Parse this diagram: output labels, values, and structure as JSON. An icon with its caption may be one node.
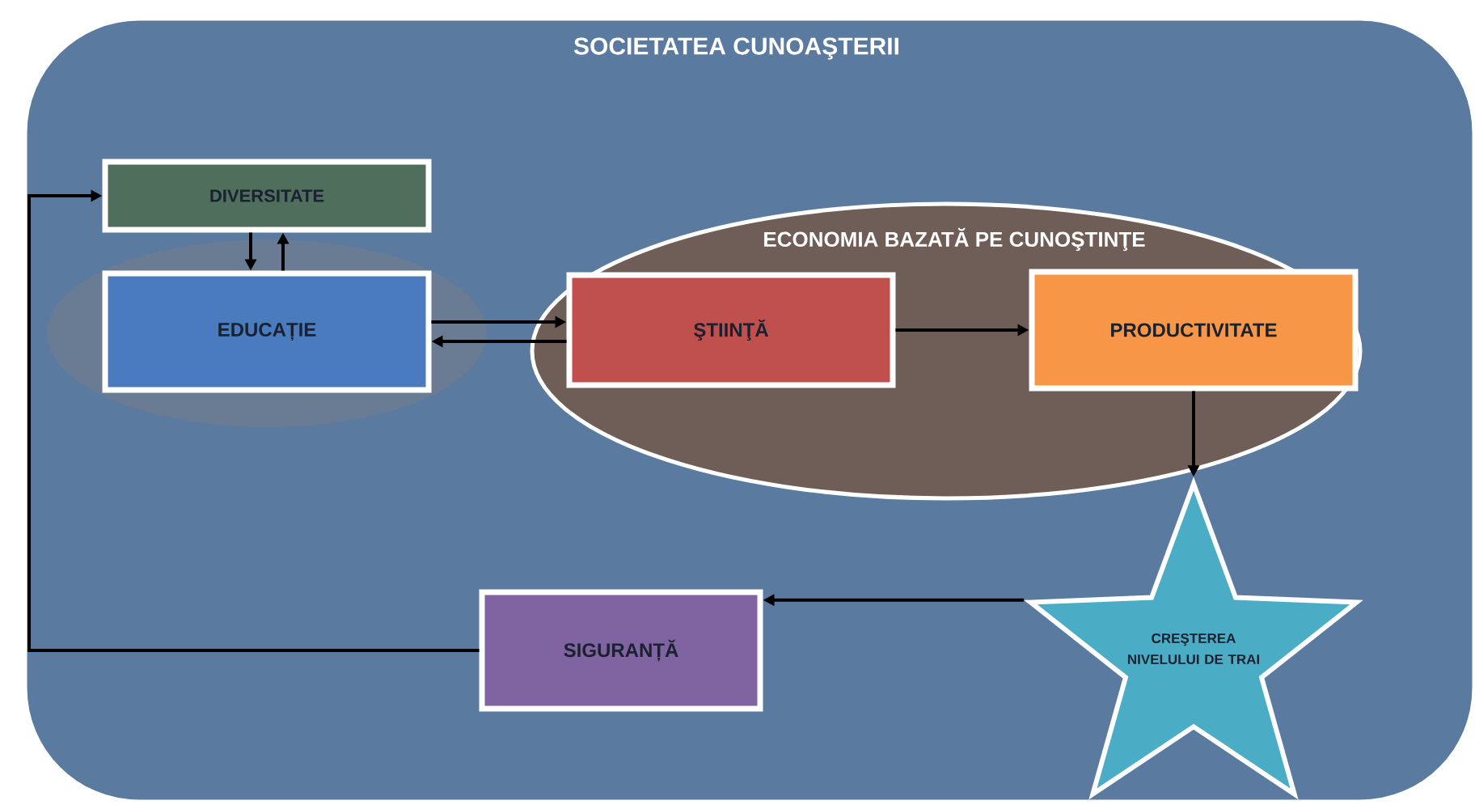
{
  "diagram": {
    "nodes": [
      {
        "text": [
          "SOCIETATEA CUNOAŞTERII"
        ]
      },
      {
        "text": [],
        "shape": "ellipse",
        "in": 0
      },
      {
        "text": [
          "DIVERSITATE"
        ],
        "in": 0
      },
      {
        "text": [
          "EDUCAȚIE"
        ],
        "in": 1
      },
      {
        "text": [
          "ECONOMIA BAZATĂ PE CUNOŞTINŢE"
        ],
        "in": 0
      },
      {
        "text": [
          "ŞTIINŢĂ"
        ],
        "in": 4
      },
      {
        "text": [
          "PRODUCTIVITATE"
        ],
        "in": 4
      },
      {
        "text": [
          "CREŞTEREA NIVELULUI DE TRAI"
        ],
        "in": 0
      },
      {
        "text": [
          "SIGURANȚĂ"
        ],
        "in": 0
      }
    ],
    "edges": [
      {
        "from": 8,
        "to": 2,
        "arrow": "to"
      },
      {
        "from": 2,
        "to": 3,
        "arrow": "to"
      },
      {
        "from": 3,
        "to": 2,
        "arrow": "to"
      },
      {
        "from": 3,
        "to": 5,
        "arrow": "to"
      },
      {
        "from": 5,
        "to": 3,
        "arrow": "to"
      },
      {
        "from": 5,
        "to": 6,
        "arrow": "to"
      },
      {
        "from": 6,
        "to": 7,
        "arrow": "to"
      },
      {
        "from": 7,
        "to": 8,
        "arrow": "to"
      }
    ]
  }
}
